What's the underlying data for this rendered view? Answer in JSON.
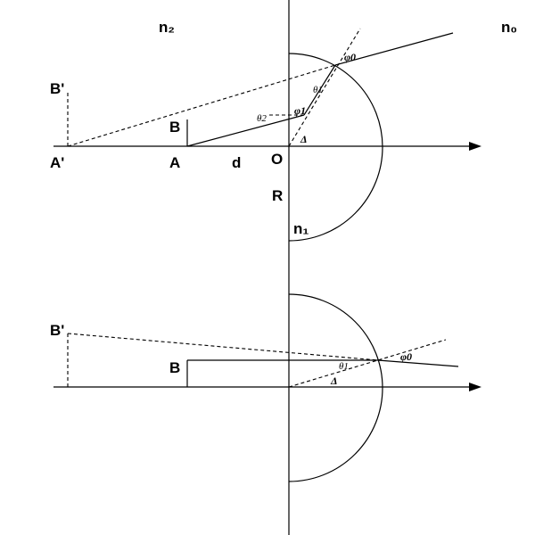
{
  "labels": {
    "n2": "n₂",
    "n0": "n₀",
    "n1": "n₁",
    "B_prime": "B'",
    "A_prime": "A'",
    "B": "B",
    "A": "A",
    "d": "d",
    "O": "O",
    "R": "R",
    "phi0": "φ0",
    "phi1": "φ1",
    "theta1": "θ1",
    "theta2": "θ2",
    "delta": "Δ"
  },
  "lower_labels": {
    "B_prime": "B'",
    "B": "B",
    "phi0": "φ0",
    "theta1": "θ1",
    "delta": "Δ"
  }
}
